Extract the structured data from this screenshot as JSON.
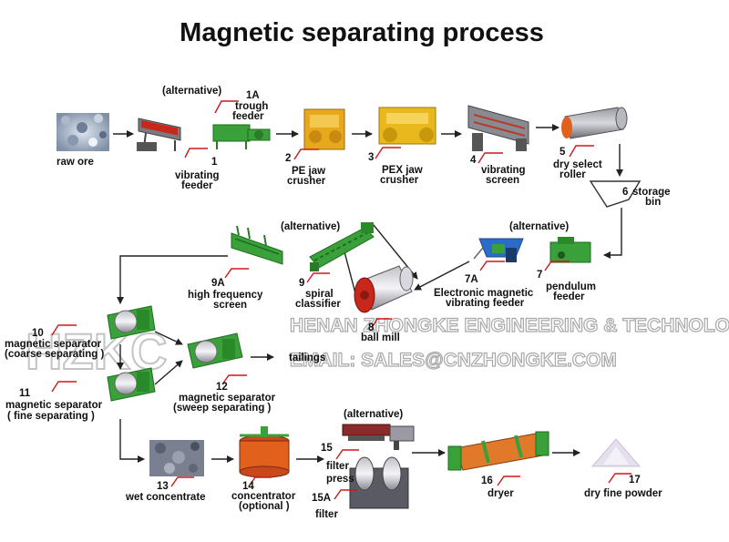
{
  "title": "Magnetic separating process",
  "watermark": {
    "company": "HENAN ZHONGKE ENGINEERING & TECHNOLOGY",
    "email": "EMAIL: SALES@CNZHONGKE.COM",
    "logo": "HZKC"
  },
  "steps": {
    "raw_ore": {
      "label": "raw ore"
    },
    "s1": {
      "num": "1",
      "label1": "vibrating",
      "label2": "feeder"
    },
    "s1a": {
      "num": "1A",
      "label1": "trough",
      "label2": "feeder",
      "alt": "(alternative)"
    },
    "s2": {
      "num": "2",
      "label1": "PE jaw",
      "label2": "crusher"
    },
    "s3": {
      "num": "3",
      "label1": "PEX jaw",
      "label2": "crusher"
    },
    "s4": {
      "num": "4",
      "label1": "vibrating",
      "label2": "screen"
    },
    "s5": {
      "num": "5",
      "label1": "dry select",
      "label2": "roller"
    },
    "s6": {
      "num": "6",
      "label1": "storage",
      "label2": "bin"
    },
    "s7": {
      "num": "7",
      "label1": "pendulum",
      "label2": "feeder"
    },
    "s7a": {
      "num": "7A",
      "label1": "Electronic magnetic",
      "label2": "vibrating feeder",
      "alt": "(alternative)"
    },
    "s8": {
      "num": "8",
      "label1": "ball mill"
    },
    "s9": {
      "num": "9",
      "label1": "spiral",
      "label2": "classifier",
      "alt": "(alternative)"
    },
    "s9a": {
      "num": "9A",
      "label1": "high frequency",
      "label2": "screen"
    },
    "s10": {
      "num": "10",
      "label1": "magnetic separator",
      "label2": "(coarse separating )"
    },
    "s11": {
      "num": "11",
      "label1": "magnetic separator",
      "label2": "( fine separating )"
    },
    "s12": {
      "num": "12",
      "label1": "magnetic separator",
      "label2": "(sweep separating )"
    },
    "tailings": {
      "label": "tailings"
    },
    "s13": {
      "num": "13",
      "label1": "wet concentrate"
    },
    "s14": {
      "num": "14",
      "label1": "concentrator",
      "label2": "(optional )"
    },
    "s15": {
      "num": "15",
      "label1": "filter",
      "label2": "press",
      "alt": "(alternative)"
    },
    "s15a": {
      "num": "15A",
      "label1": "filter"
    },
    "s16": {
      "num": "16",
      "label1": "dryer"
    },
    "s17": {
      "num": "17",
      "label1": "dry fine powder"
    }
  },
  "colors": {
    "machine_green": "#3aa03a",
    "machine_yellow": "#e8a81c",
    "machine_orange": "#e0601c",
    "machine_red": "#c8281c",
    "machine_blue": "#2a6cc8",
    "machine_grey": "#8a8a8a",
    "leader_red": "#d01818"
  }
}
